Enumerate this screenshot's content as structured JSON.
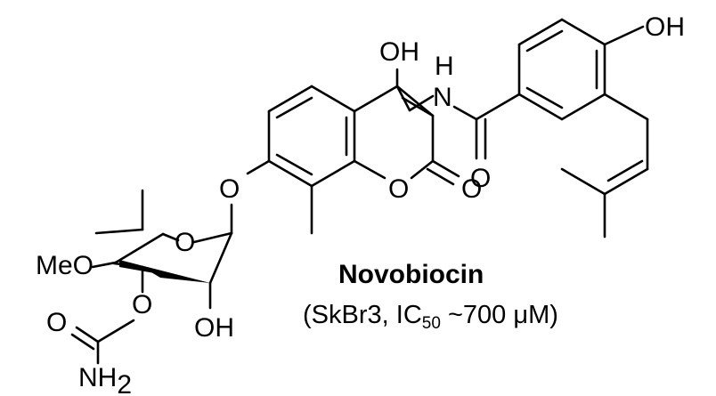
{
  "molecule": {
    "name": "Novobiocin",
    "activity": {
      "open_paren": "(",
      "cell_line": "SkBr3,",
      "metric": "IC",
      "metric_subscript": "50",
      "value": "~700",
      "unit": "μM",
      "close_paren": ")"
    }
  },
  "atom_labels": {
    "coumarin_hydroxyl": "OH",
    "amide_nitrogen": "N",
    "amide_hydrogen": "H",
    "amide_oxygen": "O",
    "phenol_hydroxyl": "OH",
    "ring_oxygen": "O",
    "lactone_carbonyl_oxygen": "O",
    "ether_oxygen": "O",
    "sugar_ring_oxygen": "O",
    "methoxy": "MeO",
    "carbamate_ester_oxygen": "O",
    "carbamate_carbonyl_oxygen": "O",
    "carbamate_amine": "NH",
    "carbamate_amine_subscript": "2",
    "sugar_hydroxyl": "OH"
  },
  "colors": {
    "ink": "#000000",
    "background": "#ffffff"
  }
}
